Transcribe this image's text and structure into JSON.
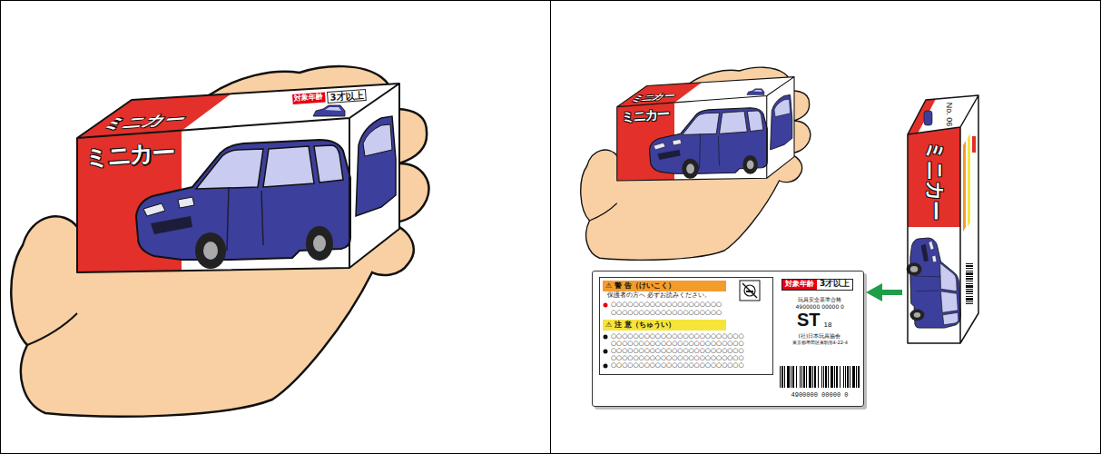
{
  "diagram": {
    "nodes": [
      {
        "text": [
          "ミニカー",
          "ミニカー",
          "対象年齢",
          "3才以上"
        ]
      },
      {
        "text": [
          "ミニカー",
          "ミニカー"
        ]
      },
      {
        "text": [
          "No. 06",
          "ミニカー"
        ]
      },
      {
        "text": [
          "玩具安全基準合格",
          "4900000 00000 0",
          "ST",
          "18",
          "(社)日本玩具協会",
          "東京都墨田区東駒形4-22-4",
          "4900000 00000 0"
        ]
      },
      {
        "text": [
          "保護者の方へ 必ずお読みください。",
          "○○○○○○○○○○○○○○○○○○○○",
          "○○○○○○○○○○○○○○○○○○○○",
          "○○○○○○○○○○○○○○○○○○○○○○○○",
          "○○○○○○○○○○○○○○○○○○○○○○○○",
          "○○○○○○○○○○○○○○○○○○○○○○○○",
          "○○○○○○○○○○○○○○○○○○○○○○○○",
          "○○○○○○○○○○○○○○○○○○○○○○○○"
        ],
        "in": 3
      },
      {
        "text": [
          "⚠ 警 告（けいこく）"
        ],
        "in": 4
      },
      {
        "text": [
          "⚠ 注 意（ちゅうい）"
        ],
        "in": 4
      },
      {
        "text": [
          "対象年齢",
          "3才以上"
        ],
        "in": 3
      }
    ],
    "edges": [
      {
        "from": 2,
        "to": 3,
        "arrow": "to"
      }
    ]
  }
}
